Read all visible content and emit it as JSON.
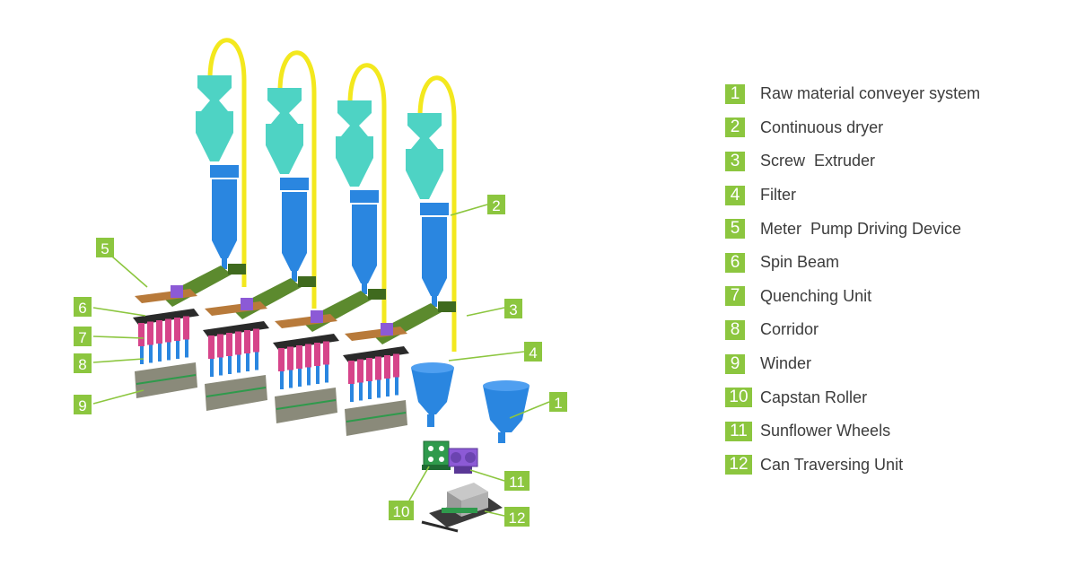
{
  "colors": {
    "badge": "#8cc63f",
    "conveyor_pipe": "#f3e81e",
    "hopper": "#4ed3c4",
    "dryer": "#2a86e0",
    "extruder": "#5c8a2e",
    "spin_beam": "#8c5ad6",
    "quench": "#d6448a",
    "winder": "#8a8a7a"
  },
  "legend": {
    "items": [
      {
        "num": "1",
        "label": "Raw material conveyer system"
      },
      {
        "num": "2",
        "label": "Continuous dryer"
      },
      {
        "num": "3",
        "label": "Screw  Extruder"
      },
      {
        "num": "4",
        "label": "Filter"
      },
      {
        "num": "5",
        "label": "Meter  Pump Driving Device"
      },
      {
        "num": "6",
        "label": "Spin Beam"
      },
      {
        "num": "7",
        "label": "Quenching Unit"
      },
      {
        "num": "8",
        "label": "Corridor"
      },
      {
        "num": "9",
        "label": "Winder"
      },
      {
        "num": "10",
        "label": "Capstan Roller"
      },
      {
        "num": "11",
        "label": "Sunflower Wheels"
      },
      {
        "num": "12",
        "label": "Can Traversing Unit"
      }
    ]
  },
  "callouts": {
    "c1": "1",
    "c2": "2",
    "c3": "3",
    "c4": "4",
    "c5": "5",
    "c6": "6",
    "c7": "7",
    "c8": "8",
    "c9": "9",
    "c10": "10",
    "c11": "11",
    "c12": "12"
  }
}
